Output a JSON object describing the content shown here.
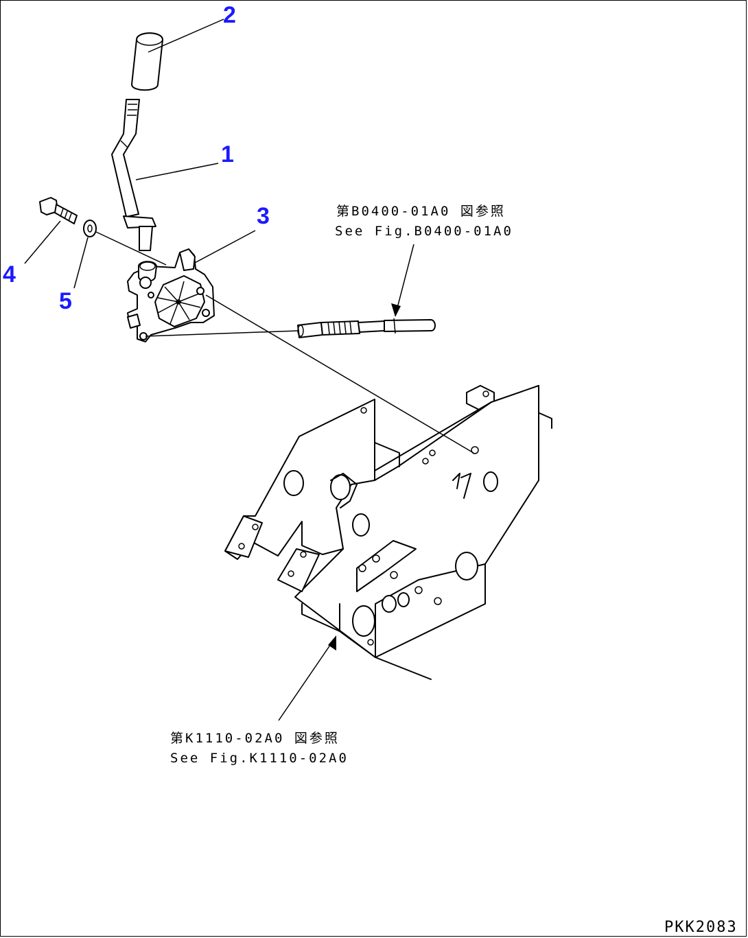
{
  "callouts": {
    "c1": "1",
    "c2": "2",
    "c3": "3",
    "c4": "4",
    "c5": "5"
  },
  "references": {
    "upper_jp": "第B0400-01A0 図参照",
    "upper_en": "See Fig.B0400-01A0",
    "lower_jp": "第K1110-02A0 図参照",
    "lower_en": "See Fig.K1110-02A0"
  },
  "drawing_code": "PKK2083",
  "colors": {
    "callout": "#1a1aff",
    "line": "#000000",
    "background": "#ffffff"
  }
}
